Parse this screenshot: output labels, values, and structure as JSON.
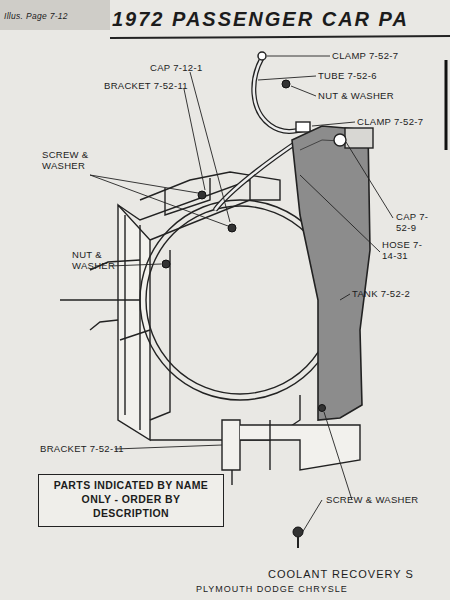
{
  "diagram": {
    "title": "1972 PASSENGER CAR PA",
    "nodes": [
      {
        "text": [
          "PARTS INDICATED BY NAME ONLY - ORDER BY DESCRIPTION"
        ]
      }
    ],
    "labels": [
      "Illus. Page 7-12",
      "CLAMP 7-52-7",
      "CAP 7-12-1",
      "TUBE 7-52-6",
      "BRACKET 7-52-11",
      "NUT & WASHER",
      "CLAMP 7-52-7",
      "SCREW & WASHER",
      "CAP 7-52-9",
      "HOSE 7-14-31",
      "NUT & WASHER",
      "TANK 7-52-2",
      "BRACKET 7-52-11",
      "SCREW & WASHER",
      "COOLANT RECOVERY S",
      "PLYMOUTH DODGE CHRYSLE"
    ]
  }
}
